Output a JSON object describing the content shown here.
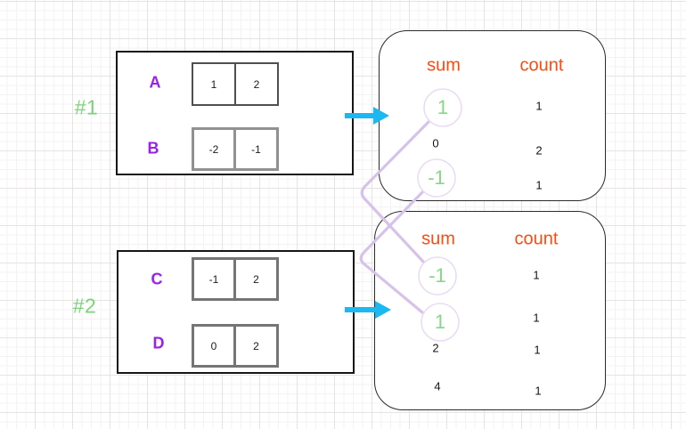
{
  "examples": [
    {
      "label": "#1",
      "arrays": [
        {
          "name": "A",
          "cells": [
            "1",
            "2"
          ]
        },
        {
          "name": "B",
          "cells": [
            "-2",
            "-1"
          ]
        }
      ],
      "table": {
        "sum_header": "sum",
        "count_header": "count",
        "rows": [
          {
            "sum": "1",
            "count": "1",
            "highlighted": true
          },
          {
            "sum": "0",
            "count": "2",
            "highlighted": false
          },
          {
            "sum": "-1",
            "count": "1",
            "highlighted": true
          }
        ]
      }
    },
    {
      "label": "#2",
      "arrays": [
        {
          "name": "C",
          "cells": [
            "-1",
            "2"
          ]
        },
        {
          "name": "D",
          "cells": [
            "0",
            "2"
          ]
        }
      ],
      "table": {
        "sum_header": "sum",
        "count_header": "count",
        "rows": [
          {
            "sum": "-1",
            "count": "1",
            "highlighted": true
          },
          {
            "sum": "1",
            "count": "1",
            "highlighted": true
          },
          {
            "sum": "2",
            "count": "1",
            "highlighted": false
          },
          {
            "sum": "4",
            "count": "1",
            "highlighted": false
          }
        ]
      }
    }
  ],
  "connections": [
    {
      "from": "example-1 sum 1",
      "to": "example-2 sum -1"
    },
    {
      "from": "example-1 sum -1",
      "to": "example-2 sum 1"
    }
  ],
  "colors": {
    "label_green": "#7bd47b",
    "digit_green": "#85d885",
    "letter_purple": "#9a20ea",
    "header_orange": "#ff4a0d",
    "arrow_blue": "#1cb8f2",
    "connector_lavender": "#d7c3e9",
    "circle_stroke": "#e9dcf4"
  }
}
